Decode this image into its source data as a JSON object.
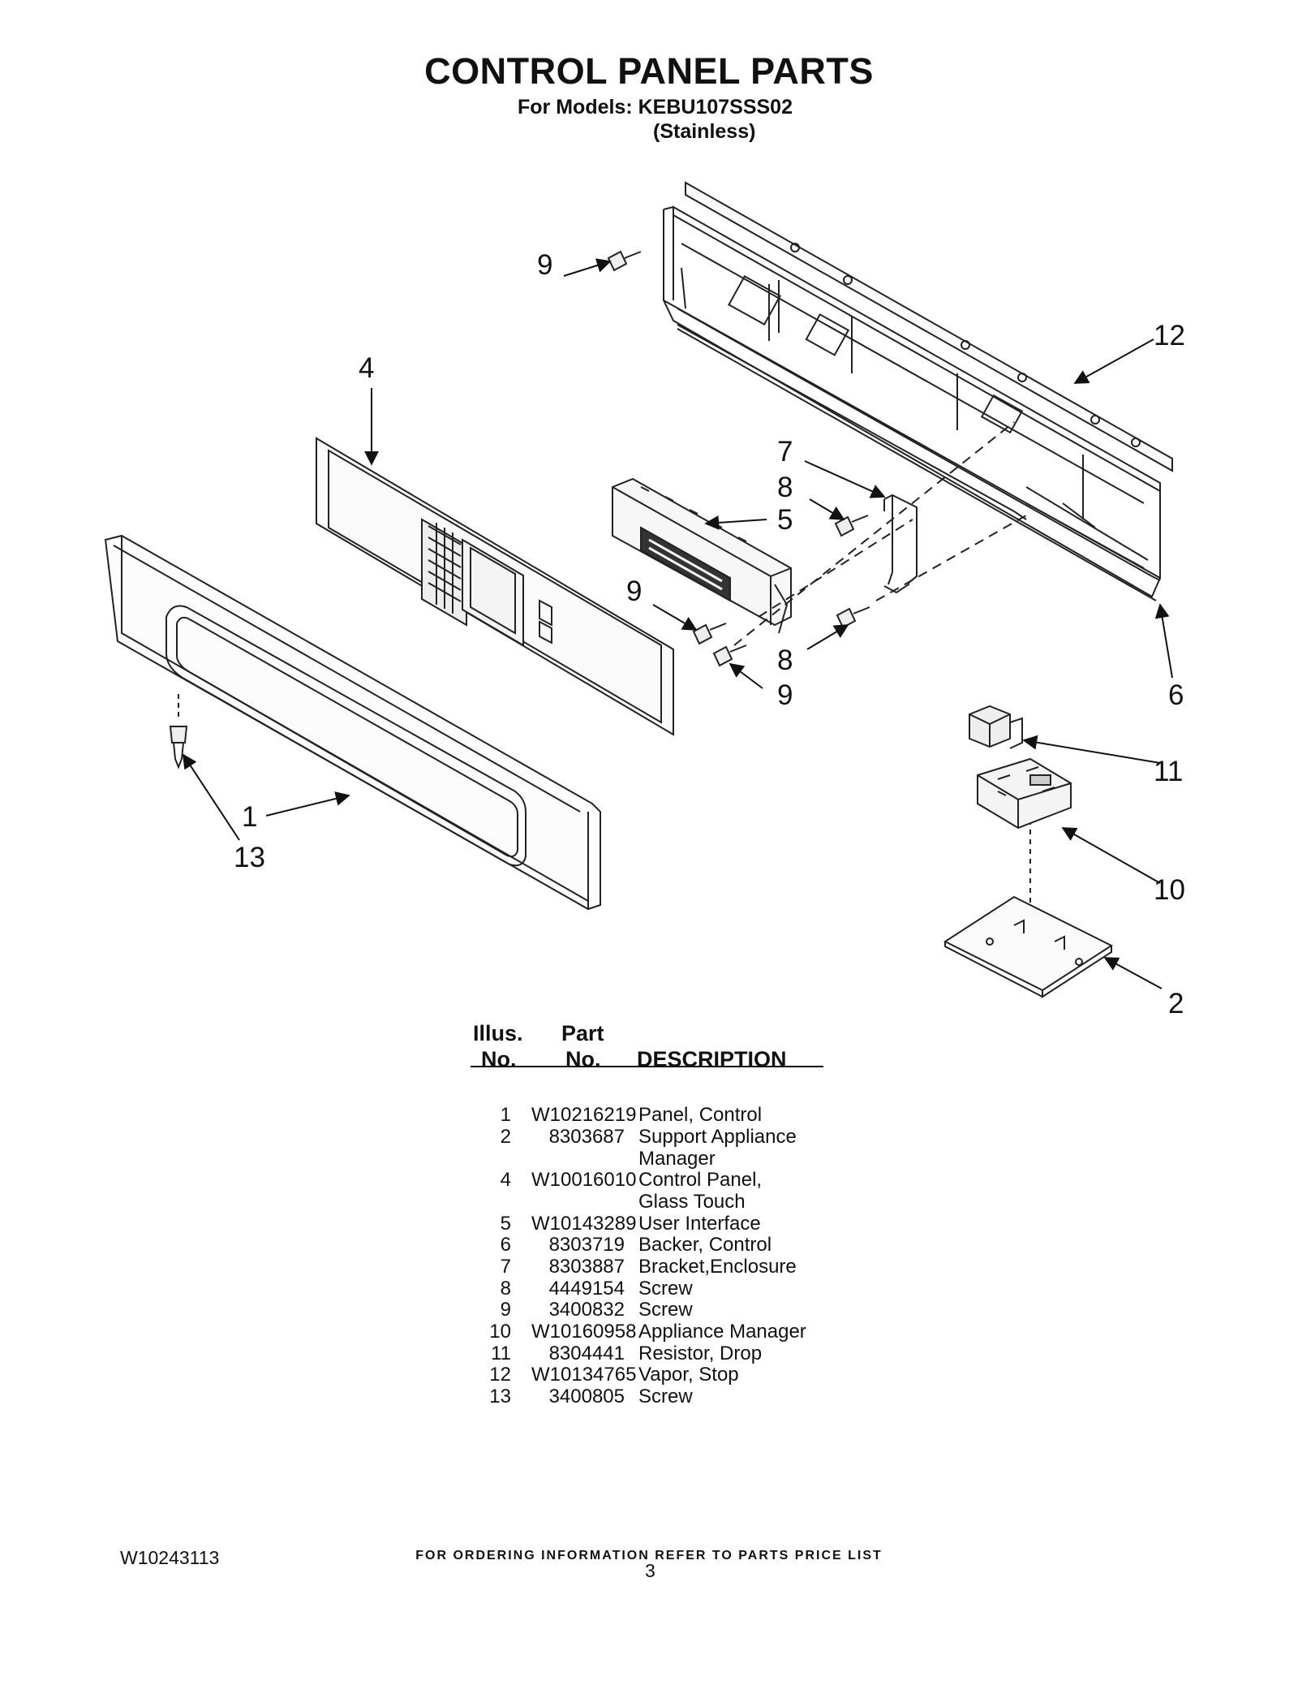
{
  "header": {
    "title": "CONTROL PANEL PARTS",
    "models": "For Models: KEBU107SSS02",
    "finish": "(Stainless)"
  },
  "callouts": [
    "9",
    "12",
    "4",
    "7",
    "8",
    "5",
    "9",
    "8",
    "9",
    "6",
    "11",
    "1",
    "13",
    "10",
    "2"
  ],
  "parts_table": {
    "headers": {
      "illus_top": "Illus.",
      "illus_bottom": "No.",
      "part_top": "Part",
      "part_bottom": "No.",
      "description": "DESCRIPTION"
    },
    "rows": [
      {
        "no": "1",
        "part": "W10216219",
        "desc": "Panel, Control"
      },
      {
        "no": "2",
        "part": "8303687",
        "desc": "Support Appliance"
      },
      {
        "no": "",
        "part": "",
        "desc": "Manager"
      },
      {
        "no": "4",
        "part": "W10016010",
        "desc": "Control Panel,"
      },
      {
        "no": "",
        "part": "",
        "desc": "Glass Touch"
      },
      {
        "no": "5",
        "part": "W10143289",
        "desc": "User Interface"
      },
      {
        "no": "6",
        "part": "8303719",
        "desc": "Backer, Control"
      },
      {
        "no": "7",
        "part": "8303887",
        "desc": "Bracket,Enclosure"
      },
      {
        "no": "8",
        "part": "4449154",
        "desc": "Screw"
      },
      {
        "no": "9",
        "part": "3400832",
        "desc": "Screw"
      },
      {
        "no": "10",
        "part": "W10160958",
        "desc": "Appliance Manager"
      },
      {
        "no": "11",
        "part": "8304441",
        "desc": "Resistor, Drop"
      },
      {
        "no": "12",
        "part": "W10134765",
        "desc": "Vapor, Stop"
      },
      {
        "no": "13",
        "part": "3400805",
        "desc": "Screw"
      }
    ]
  },
  "footer": {
    "ordering_note": "FOR ORDERING INFORMATION REFER TO PARTS PRICE LIST",
    "doc_number": "W10243113",
    "page_number": "3"
  }
}
